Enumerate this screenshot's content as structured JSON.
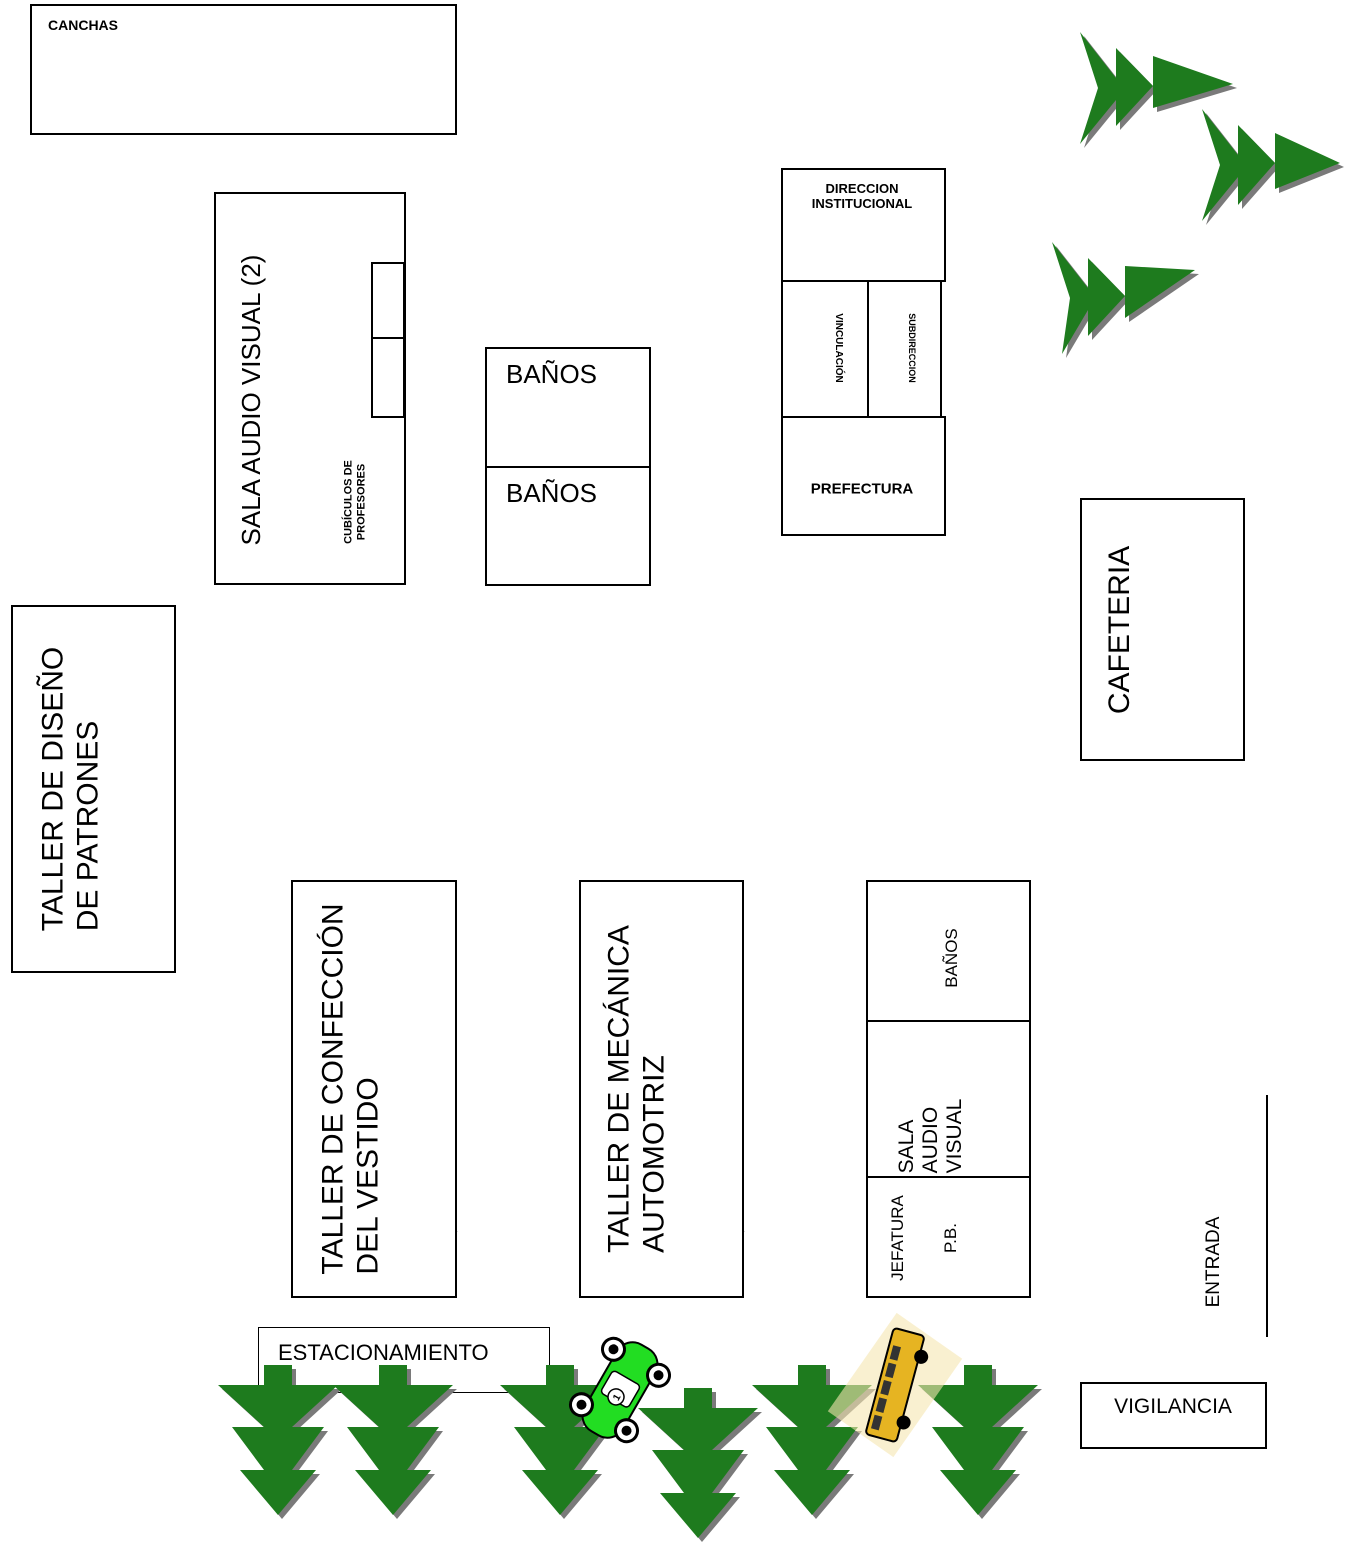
{
  "labels": {
    "canchas": "CANCHAS",
    "sala_audio_visual_2": "SALA AUDIO VISUAL (2)",
    "cubiculos": "CUBÍCULOS DE\nPROFESORES",
    "banos_1": "BAÑOS",
    "banos_2": "BAÑOS",
    "direccion": "DIRECCION\nINSTITUCIONAL",
    "vinculacion": "VINCULACIÓN",
    "subdireccion": "SUBDIRECCION",
    "prefectura": "PREFECTURA",
    "cafeteria": "CAFETERIA",
    "taller_diseno": "TALLER DE DISEÑO\nDE PATRONES",
    "taller_confeccion": "TALLER DE CONFECCIÓN\nDEL VESTIDO",
    "taller_mecanica": "TALLER DE MECÁNICA\nAUTOMOTRIZ",
    "banos_3": "BAÑOS",
    "sala_audio_visual": "SALA\nAUDIO\nVISUAL",
    "jefatura": "JEFATURA",
    "pb": "P.B.",
    "entrada": "ENTRADA",
    "estacionamiento": "ESTACIONAMIENTO",
    "vigilancia": "VIGILANCIA"
  },
  "icons": {
    "tree": "pine-tree-icon",
    "car": "car-icon",
    "bus": "school-bus-icon"
  },
  "colors": {
    "tree_green": "#1e7b1e",
    "tree_shadow": "#7a7a7a",
    "car_green": "#22dd22",
    "bus_yellow": "#e6b422"
  }
}
